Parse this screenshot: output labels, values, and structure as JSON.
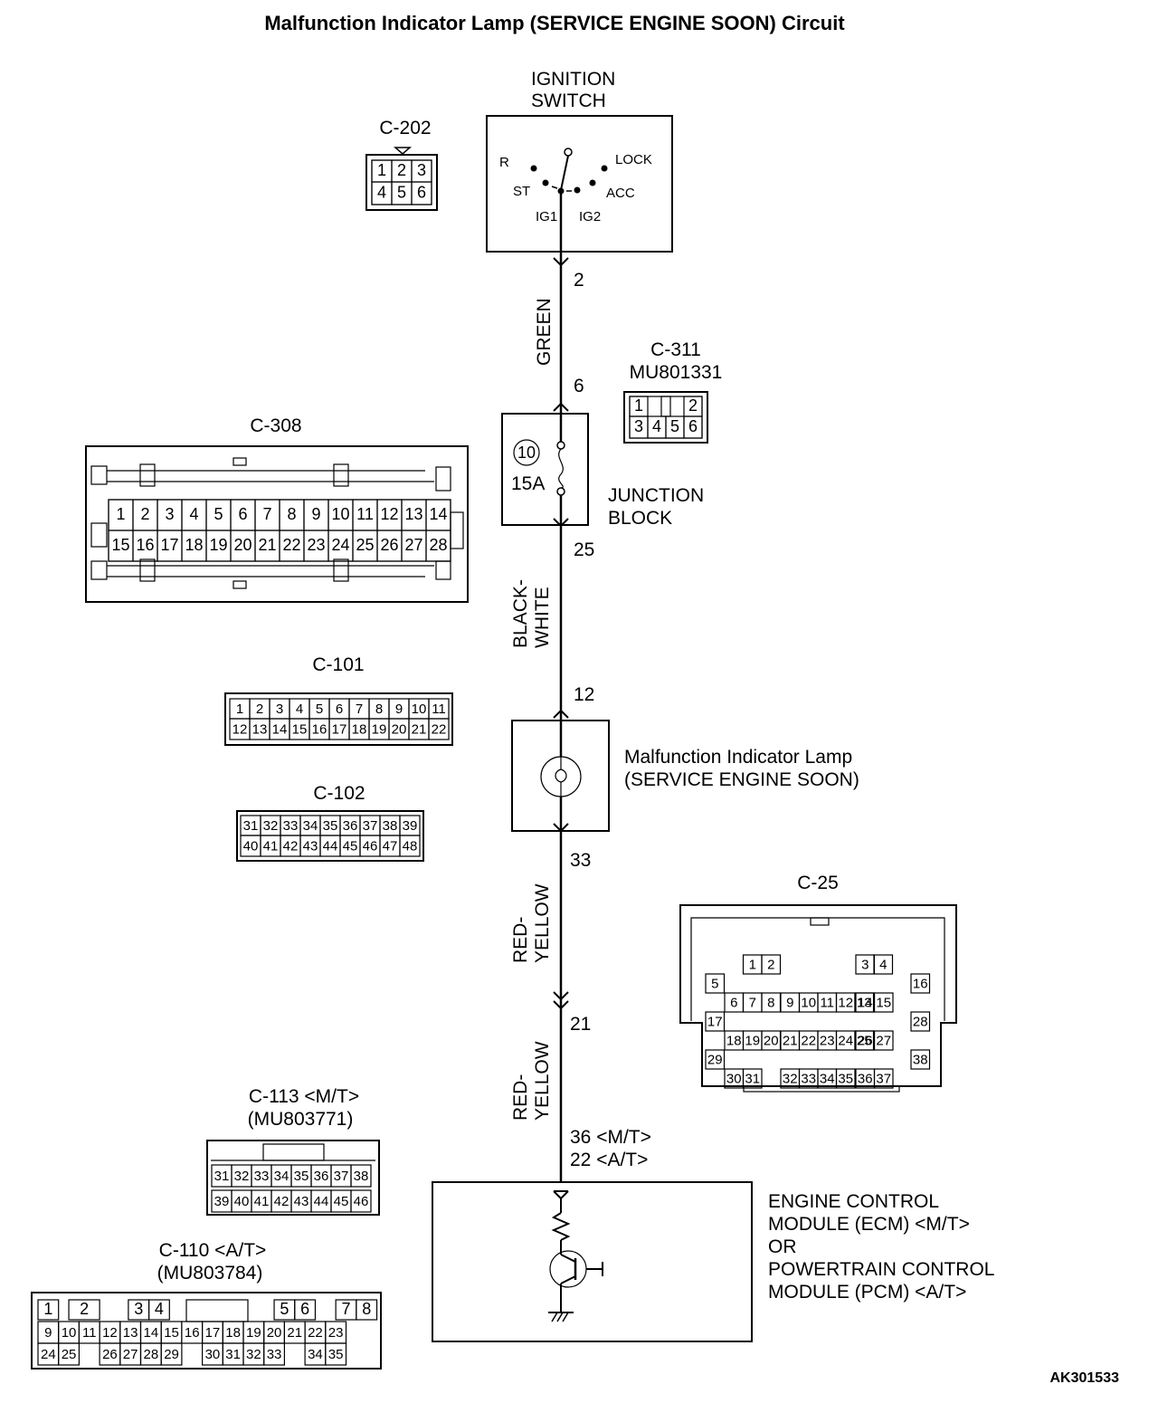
{
  "title": "Malfunction Indicator Lamp (SERVICE ENGINE SOON) Circuit",
  "figure_code": "AK301533",
  "ignition_switch": {
    "label_line1": "IGNITION",
    "label_line2": "SWITCH",
    "positions": {
      "r": "R",
      "lock": "LOCK",
      "st": "ST",
      "acc": "ACC",
      "ig1": "IG1",
      "ig2": "IG2"
    }
  },
  "junction_block": {
    "label_line1": "JUNCTION",
    "label_line2": "BLOCK",
    "fuse_number": "10",
    "fuse_rating": "15A"
  },
  "lamp": {
    "label_line1": "Malfunction Indicator Lamp",
    "label_line2": "(SERVICE ENGINE SOON)"
  },
  "module": {
    "line1": "ENGINE CONTROL",
    "line2": "MODULE (ECM) <M/T>",
    "line3": "OR",
    "line4": "POWERTRAIN CONTROL",
    "line5": "MODULE (PCM) <A/T>"
  },
  "wires": [
    {
      "color_line1": "GREEN",
      "color_line2": "",
      "pin_top": "2",
      "pin_bottom": "6"
    },
    {
      "color_line1": "BLACK-",
      "color_line2": "WHITE",
      "pin_top": "25",
      "pin_bottom": "12"
    },
    {
      "color_line1": "RED-",
      "color_line2": "YELLOW",
      "pin_top": "33",
      "pin_bottom": "21"
    },
    {
      "color_line1": "RED-",
      "color_line2": "YELLOW",
      "pin_top": "",
      "pin_bottom_line1": "36 <M/T>",
      "pin_bottom_line2": "22 <A/T>"
    }
  ],
  "connectors": {
    "c202": {
      "name": "C-202",
      "pins": [
        "1",
        "2",
        "3",
        "4",
        "5",
        "6"
      ]
    },
    "c311": {
      "name": "C-311",
      "part": "MU801331",
      "pins": [
        "1",
        "2",
        "3",
        "4",
        "5",
        "6"
      ]
    },
    "c308": {
      "name": "C-308",
      "row1": [
        "1",
        "2",
        "3",
        "4",
        "5",
        "6",
        "7",
        "8",
        "9",
        "10",
        "11",
        "12",
        "13",
        "14"
      ],
      "row2": [
        "15",
        "16",
        "17",
        "18",
        "19",
        "20",
        "21",
        "22",
        "23",
        "24",
        "25",
        "26",
        "27",
        "28"
      ]
    },
    "c101": {
      "name": "C-101",
      "row1": [
        "1",
        "2",
        "3",
        "4",
        "5",
        "6",
        "7",
        "8",
        "9",
        "10",
        "11"
      ],
      "row2": [
        "12",
        "13",
        "14",
        "15",
        "16",
        "17",
        "18",
        "19",
        "20",
        "21",
        "22"
      ]
    },
    "c102": {
      "name": "C-102",
      "row1": [
        "31",
        "32",
        "33",
        "34",
        "35",
        "36",
        "37",
        "38",
        "39"
      ],
      "row2": [
        "40",
        "41",
        "42",
        "43",
        "44",
        "45",
        "46",
        "47",
        "48"
      ]
    },
    "c25": {
      "name": "C-25",
      "pins": [
        "1",
        "2",
        "3",
        "4",
        "5",
        "6",
        "7",
        "8",
        "9",
        "10",
        "11",
        "12",
        "13",
        "14",
        "15",
        "16",
        "17",
        "18",
        "19",
        "20",
        "21",
        "22",
        "23",
        "24",
        "25",
        "26",
        "27",
        "28",
        "29",
        "30",
        "31",
        "32",
        "33",
        "34",
        "35",
        "36",
        "37",
        "38"
      ]
    },
    "c113": {
      "name": "C-113 <M/T>",
      "part": "(MU803771)",
      "row1": [
        "31",
        "32",
        "33",
        "34",
        "35",
        "36",
        "37",
        "38"
      ],
      "row2": [
        "39",
        "40",
        "41",
        "42",
        "43",
        "44",
        "45",
        "46"
      ]
    },
    "c110": {
      "name": "C-110 <A/T>",
      "part": "(MU803784)",
      "row1": [
        "1",
        "2",
        "",
        "3",
        "4",
        "",
        "",
        "",
        "",
        "5",
        "6",
        "",
        "7",
        "8"
      ],
      "row2": [
        "9",
        "10",
        "11",
        "12",
        "13",
        "14",
        "15",
        "16",
        "17",
        "18",
        "19",
        "20",
        "21",
        "22",
        "23"
      ],
      "row3": [
        "24",
        "25",
        "",
        "26",
        "27",
        "28",
        "29",
        "",
        "30",
        "31",
        "32",
        "33",
        "",
        "34",
        "35"
      ]
    }
  }
}
